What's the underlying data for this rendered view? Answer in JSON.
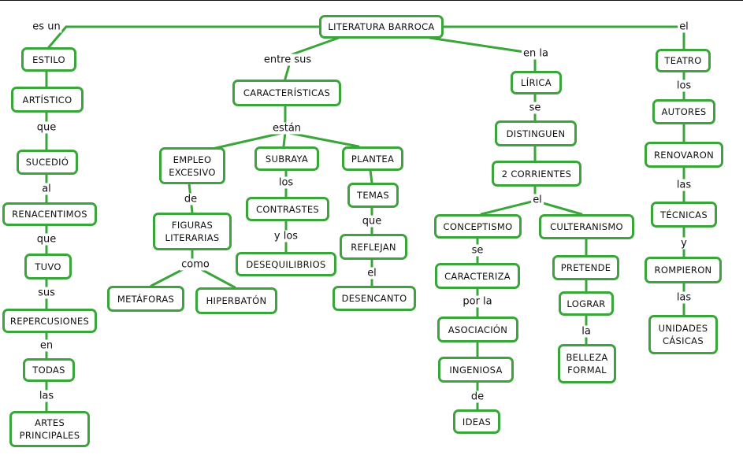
{
  "nodes": {
    "root": "LITERATURA BARROCA",
    "estilo": "ESTILO",
    "artistico": "ARTÍSTICO",
    "sucedio": "SUCEDIÓ",
    "renacentimos": "RENACENTIMOS",
    "tuvo": "TUVO",
    "repercusiones": "REPERCUSIONES",
    "todas": "TODAS",
    "artes": "ARTES\nPRINCIPALES",
    "caracteristicas": "CARACTERÍSTICAS",
    "empleo": "EMPLEO\nEXCESIVO",
    "figuras": "FIGURAS\nLITERARIAS",
    "metaforas": "METÁFORAS",
    "hiperbaton": "HIPERBATÓN",
    "subraya": "SUBRAYA",
    "contrastes": "CONTRASTES",
    "desequilibrios": "DESEQUILIBRIOS",
    "plantea": "PLANTEA",
    "temas": "TEMAS",
    "reflejan": "REFLEJAN",
    "desencanto": "DESENCANTO",
    "lirica": "LÍRICA",
    "distinguen": "DISTINGUEN",
    "corrientes": "2 CORRIENTES",
    "conceptismo": "CONCEPTISMO",
    "caracteriza": "CARACTERIZA",
    "asociacion": "ASOCIACIÓN",
    "ingeniosa": "INGENIOSA",
    "ideas": "IDEAS",
    "culteranismo": "CULTERANISMO",
    "pretende": "PRETENDE",
    "lograr": "LOGRAR",
    "belleza": "BELLEZA\nFORMAL",
    "teatro": "TEATRO",
    "autores": "AUTORES",
    "renovaron": "RENOVARON",
    "tecnicas": "TÉCNICAS",
    "rompieron": "ROMPIERON",
    "unidades": "UNIDADES\nCÁSICAS"
  },
  "links": {
    "es_un": "es un",
    "que_1": "que",
    "al": "al",
    "que_2": "que",
    "sus": "sus",
    "en": "en",
    "las_1": "las",
    "entre_sus": "entre sus",
    "estan": "están",
    "de_1": "de",
    "como": "como",
    "los_1": "los",
    "y_los": "y los",
    "que_3": "que",
    "el_1": "el",
    "en_la": "en la",
    "se_1": "se",
    "el_2": "el",
    "se_2": "se",
    "por_la": "por la",
    "de_2": "de",
    "la": "la",
    "el_3": "el",
    "los_2": "los",
    "las_2": "las",
    "y": "y",
    "las_3": "las"
  },
  "colors": {
    "node_border": "#3aa53a",
    "line": "#3aa53a",
    "text": "#111111"
  }
}
